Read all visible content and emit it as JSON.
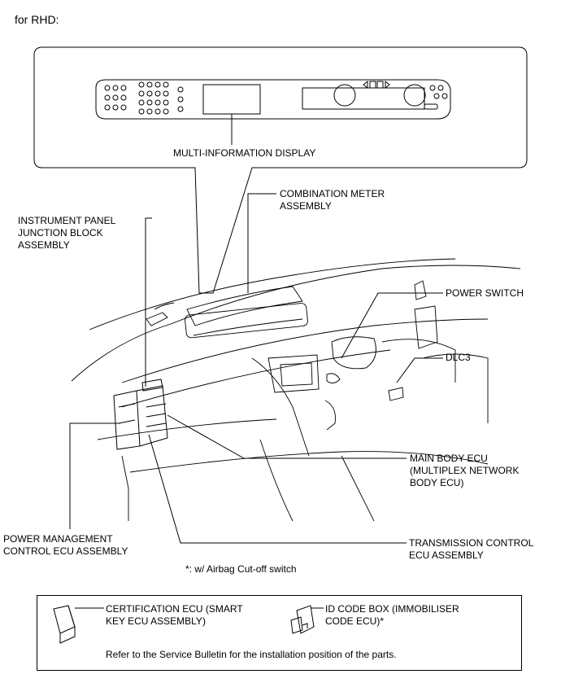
{
  "title": "for RHD:",
  "labels": {
    "multi_info_display": "MULTI-INFORMATION DISPLAY",
    "combination_meter": "COMBINATION METER\nASSEMBLY",
    "instrument_panel_jb": "INSTRUMENT PANEL\nJUNCTION BLOCK\nASSEMBLY",
    "power_switch": "POWER SWITCH",
    "dlc3": "DLC3",
    "main_body_ecu": "MAIN BODY ECU\n(MULTIPLEX NETWORK\nBODY ECU)",
    "power_mgmt_ecu": "POWER MANAGEMENT\nCONTROL ECU ASSEMBLY",
    "transmission_ecu": "TRANSMISSION CONTROL\nECU ASSEMBLY"
  },
  "footnote": "*: w/ Airbag Cut-off switch",
  "legend": {
    "certification_ecu": "CERTIFICATION ECU (SMART\nKEY ECU ASSEMBLY)",
    "id_code_box": "ID CODE BOX (IMMOBILISER\nCODE ECU)*",
    "note": "Refer to the Service Bulletin for the installation position of the parts."
  }
}
